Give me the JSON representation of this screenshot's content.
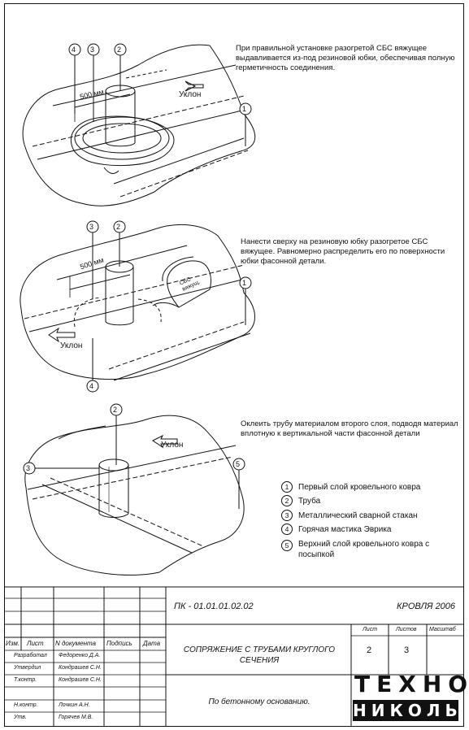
{
  "notes": {
    "step1": "При правильной установке разогретой СБС вяжущее выдавливается из-под резиновой юбки, обеспечивая полную герметичность соединения.",
    "step2": "Нанести сверху на резиновую юбку разогретое СБС вяжущее. Равномерно распределить его по поверхности юбки фасонной детали.",
    "step3": "Оклеить трубу материалом второго слоя, подводя материал вплотную к вертикальной части фасонной детали"
  },
  "labels": {
    "slope": "Уклон",
    "dim500": "500 мм",
    "bucket": "СБС вяжущ."
  },
  "legend": [
    {
      "num": "1",
      "text": "Первый слой кровельного ковра"
    },
    {
      "num": "2",
      "text": "Труба"
    },
    {
      "num": "3",
      "text": "Металлический сварной стакан"
    },
    {
      "num": "4",
      "text": "Горячая мастика Эврика"
    },
    {
      "num": "5",
      "text": "Верхний слой кровельного ковра с посыпкой"
    }
  ],
  "callouts": [
    "1",
    "2",
    "3",
    "4",
    "5"
  ],
  "title_block": {
    "doc_code": "ПК - 01.01.01.02.02",
    "series": "КРОВЛЯ 2006",
    "col_headers": [
      "Изм.",
      "Лист",
      "N документа",
      "Подпись",
      "Дата"
    ],
    "roles": [
      {
        "role": "Разработал",
        "name": "Федоренко Д.А."
      },
      {
        "role": "Утвердил",
        "name": "Кондрашев С.Н."
      },
      {
        "role": "Т.контр.",
        "name": "Кондрашев С.Н."
      },
      {
        "role": "Н.контр.",
        "name": "Лочкин А.Н."
      },
      {
        "role": "Утв.",
        "name": "Горячев М.В."
      }
    ],
    "title_line1": "СОПРЯЖЕНИЕ С ТРУБАМИ КРУГЛОГО",
    "title_line2": "СЕЧЕНИЯ",
    "subtitle": "По бетонному основанию.",
    "sheet_label": "Лист",
    "sheets_label": "Листов",
    "scale_label": "Масштаб",
    "sheet": "2",
    "sheets": "3",
    "logo_top": "ТЕХНО",
    "logo_bottom": "НИКОЛЬ"
  }
}
